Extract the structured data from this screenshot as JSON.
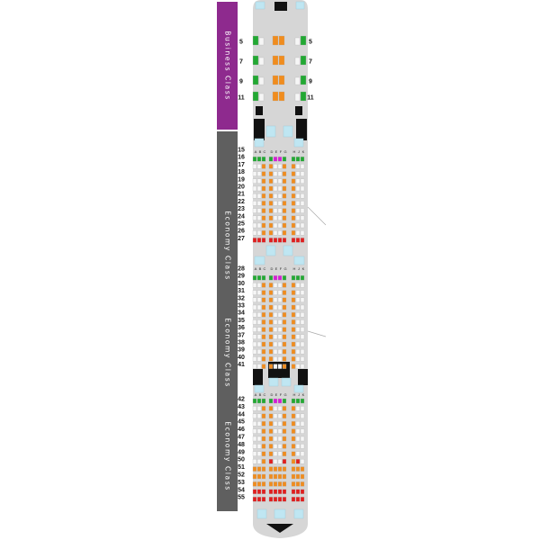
{
  "colors": {
    "business": "#8e2a8e",
    "economy": "#5f5f5f",
    "fuselage": "#d6d6d6",
    "seat_standard": "#f6f6f6",
    "seat_preferred": "#f08c1e",
    "seat_exit": "#e01e1e",
    "seat_extra_legroom": "#22a833",
    "seat_bassinet": "#d61ed6",
    "facility": "#111111",
    "lavatory": "#bfe6f2"
  },
  "cabin_labels": {
    "business": "Business Class",
    "economy_1": "Economy Class",
    "economy_2": "Economy Class",
    "economy_3": "Economy Class"
  },
  "column_letters": {
    "left": [
      "A",
      "B",
      "C"
    ],
    "center": [
      "D",
      "E",
      "F",
      "G"
    ],
    "right": [
      "H",
      "J",
      "K"
    ]
  },
  "business_rows": [
    "5",
    "7",
    "9",
    "11"
  ],
  "economy_section_1_rows": [
    "15",
    "16",
    "17",
    "18",
    "19",
    "20",
    "21",
    "22",
    "23",
    "24",
    "25",
    "26",
    "27"
  ],
  "economy_section_2_rows": [
    "28",
    "29",
    "30",
    "31",
    "32",
    "33",
    "34",
    "35",
    "36",
    "37",
    "38",
    "39",
    "40",
    "41"
  ],
  "economy_section_3_rows": [
    "42",
    "43",
    "44",
    "45",
    "46",
    "47",
    "48",
    "49",
    "50",
    "51",
    "52",
    "53",
    "54",
    "55"
  ],
  "icons": [
    "lavatory-icon",
    "galley-icon",
    "exit-door-icon"
  ]
}
